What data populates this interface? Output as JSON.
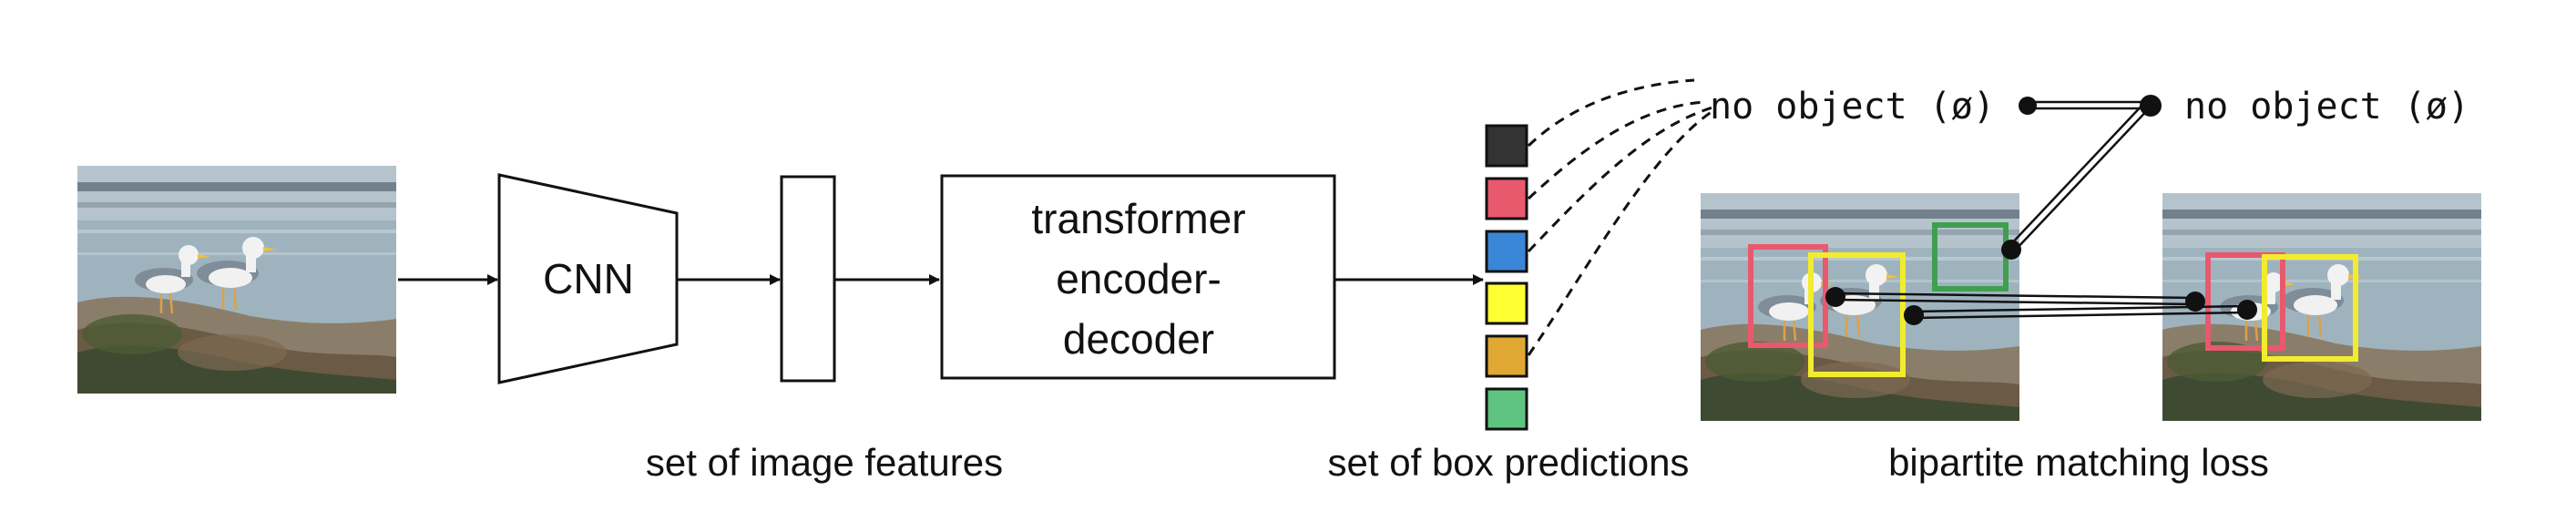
{
  "cnn_label": "CNN",
  "transformer_label": [
    "transformer",
    "encoder-",
    "decoder"
  ],
  "captions": {
    "image_features": "set of image features",
    "box_predictions": "set of box predictions",
    "matching_loss": "bipartite matching loss"
  },
  "no_object_left": "no object (ø)",
  "no_object_right": "no object (ø)",
  "prediction_colors": [
    "#333333",
    "#e8596e",
    "#3a86d6",
    "#ffff33",
    "#e0a832",
    "#5fc47f"
  ],
  "box_colors": {
    "red": "#e8596e",
    "yellow": "#f2ec2e",
    "green": "#3f9f4f"
  }
}
